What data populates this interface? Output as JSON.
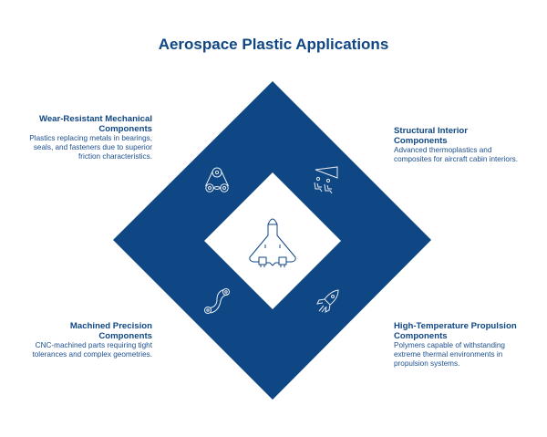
{
  "title": "Aerospace Plastic Applications",
  "colors": {
    "primary": "#0f4684",
    "background": "#ffffff",
    "inner": "#ffffff"
  },
  "center": {
    "icon": "aircraft-icon"
  },
  "quadrants": [
    {
      "position": "top-left",
      "icon": "gear-belt-icon",
      "heading_line1": "Wear-Resistant Mechanical",
      "heading_line2": "Components",
      "desc_line1": "Plastics replacing metals in bearings,",
      "desc_line2": "seals, and fasteners due to superior",
      "desc_line3": "friction characteristics."
    },
    {
      "position": "top-right",
      "icon": "cabin-seats-icon",
      "heading_line1": "Structural Interior",
      "heading_line2": "Components",
      "desc_line1": "Advanced thermoplastics and",
      "desc_line2": "composites for aircraft cabin interiors."
    },
    {
      "position": "bottom-left",
      "icon": "machined-link-icon",
      "heading_line1": "Machined Precision",
      "heading_line2": "Components",
      "desc_line1": "CNC-machined parts requiring tight",
      "desc_line2": "tolerances and complex geometries."
    },
    {
      "position": "bottom-right",
      "icon": "rocket-icon",
      "heading_line1": "High-Temperature Propulsion",
      "heading_line2": "Components",
      "desc_line1": "Polymers capable of withstanding",
      "desc_line2": "extreme thermal environments in",
      "desc_line3": "propulsion systems."
    }
  ]
}
